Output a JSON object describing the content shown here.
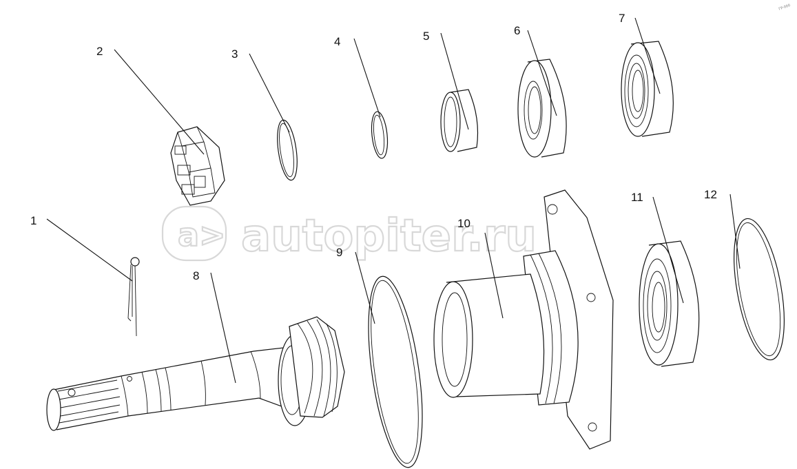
{
  "watermark": {
    "text": "autopiter.ru"
  },
  "corner_mark": "ГР-000",
  "callouts": [
    "1",
    "2",
    "3",
    "4",
    "5",
    "6",
    "7",
    "8",
    "9",
    "10",
    "11",
    "12"
  ]
}
